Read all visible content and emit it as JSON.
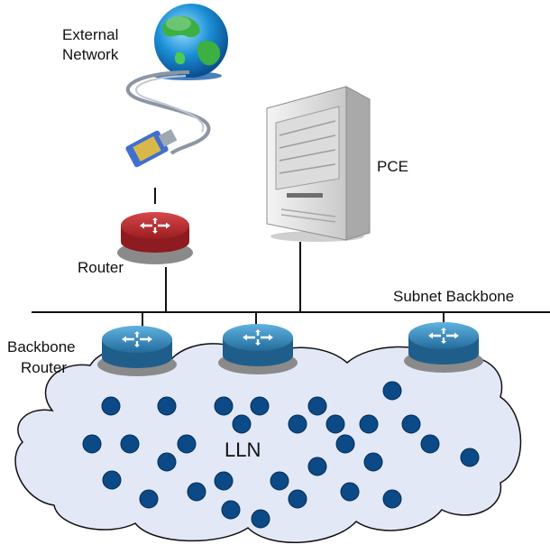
{
  "labels": {
    "external_network_line1": "External",
    "external_network_line2": "Network",
    "pce": "PCE",
    "router": "Router",
    "subnet_backbone": "Subnet Backbone",
    "backbone_router_line1": "Backbone",
    "backbone_router_line2": "Router",
    "lln": "LLN"
  },
  "icons": {
    "globe": "globe-icon",
    "cable": "ethernet-cable-icon",
    "server": "server-icon",
    "router": "router-icon",
    "backbone_router": "router-icon",
    "cloud": "cloud-icon",
    "node": "sensor-node-icon"
  },
  "colors": {
    "router_red": "#b3262a",
    "backbone_router_blue": "#2f7fb0",
    "node_blue": "#0b4a86",
    "cloud_fill": "#e3e8f7",
    "globe_ocean": "#1a8fd6",
    "globe_land": "#3cb043"
  }
}
